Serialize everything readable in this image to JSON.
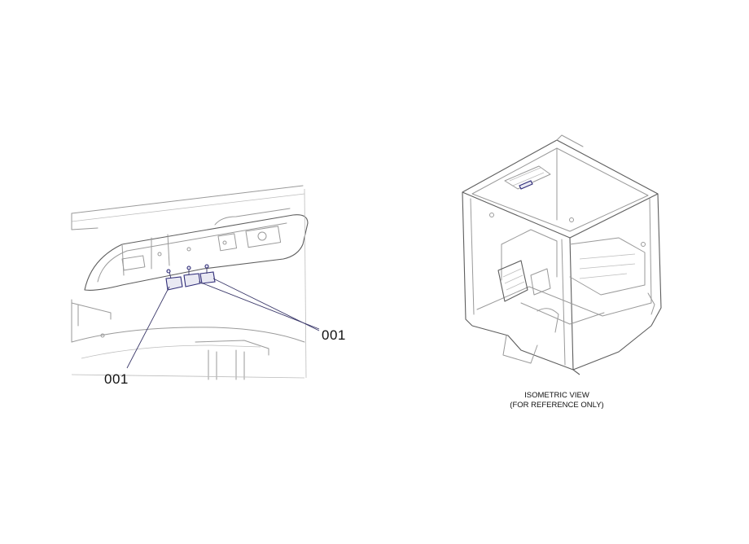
{
  "callouts": [
    {
      "id": "callout-right",
      "label": "001"
    },
    {
      "id": "callout-left",
      "label": "001"
    }
  ],
  "caption": {
    "line1": "ISOMETRIC VIEW",
    "line2": "(FOR REFERENCE ONLY)"
  },
  "colors": {
    "line_art": "#9a9a9a",
    "leader": "#3c3a6b",
    "highlight_part": "#2f2c78"
  }
}
